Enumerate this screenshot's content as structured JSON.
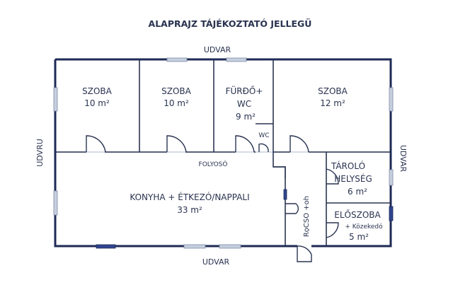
{
  "title": "ALAPRAJZ TÁJÉKOZTATÓ JELLEGÜ",
  "surroundings": {
    "top": "UDVAR",
    "bottom": "UDVAR",
    "left": "UDVRU",
    "right": "UDVAR"
  },
  "rooms": [
    {
      "name": "SZOBA",
      "area": "10 m²"
    },
    {
      "name": "SZOBA",
      "area": "10 m²"
    },
    {
      "name_line1": "FÜRĐŐ+",
      "name_line2": "WC",
      "area": "9 m²"
    },
    {
      "name": "SZOBA",
      "area": "12 m²"
    },
    {
      "name": "WC"
    },
    {
      "name": "FOLYOSÓ"
    },
    {
      "name": "KONYHA + ÉTKEZÓ/NAPPALI",
      "area": "33 m²"
    },
    {
      "name_line1": "TÁROLÓ",
      "name_line2": "HELYSÉG",
      "area": "6 m²"
    },
    {
      "name": "ELŐSZOBA",
      "sub": "+ Közekedó",
      "area": "5 m²"
    },
    {
      "name": "RọCSO +oh"
    }
  ],
  "colors": {
    "wall": "#1e2a55",
    "text": "#2a3350",
    "window": "#c6cfde",
    "window_dark": "#2f4590"
  }
}
